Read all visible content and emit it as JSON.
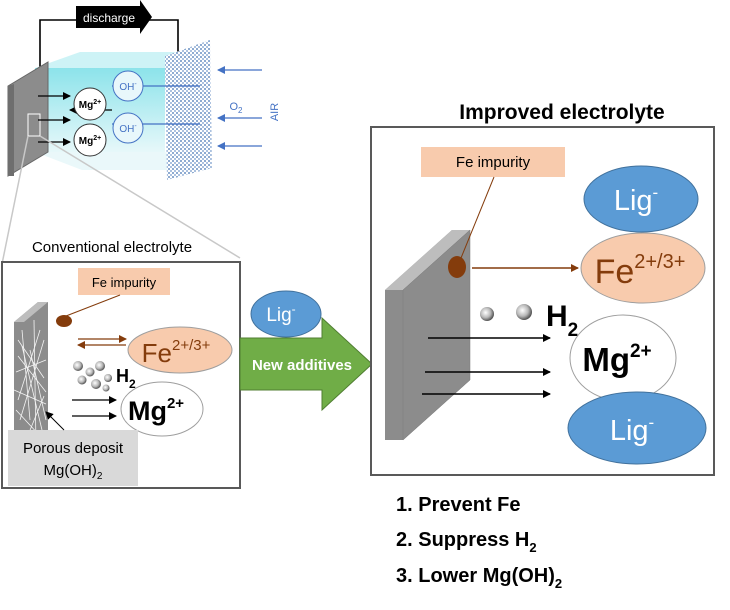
{
  "battery": {
    "discharge_label": "discharge",
    "ion_mg": "Mg",
    "ion_mg_charge": "2+",
    "ion_oh": "OH",
    "ion_oh_charge": "-",
    "o2_label": "O",
    "o2_sub": "2",
    "air_label": "AIR"
  },
  "conventional": {
    "title": "Conventional electrolyte",
    "fe_impurity": "Fe impurity",
    "fe_ion_base": "Fe",
    "fe_ion_charge": "2+/3+",
    "h2_base": "H",
    "h2_sub": "2",
    "mg_base": "Mg",
    "mg_charge": "2+",
    "deposit_line1": "Porous deposit",
    "deposit_line2_base": "Mg(OH)",
    "deposit_line2_sub": "2"
  },
  "middle": {
    "lig_base": "Lig",
    "lig_charge": "-",
    "arrow_label": "New additives"
  },
  "improved": {
    "title": "Improved electrolyte",
    "fe_impurity": "Fe impurity",
    "lig_base": "Lig",
    "lig_charge": "-",
    "fe_ion_base": "Fe",
    "fe_ion_charge": "2+/3+",
    "h2_base": "H",
    "h2_sub": "2",
    "mg_base": "Mg",
    "mg_charge": "2+"
  },
  "benefits": [
    {
      "prefix": "1. Prevent Fe",
      "sub": ""
    },
    {
      "prefix": "2. Suppress H",
      "sub": "2"
    },
    {
      "prefix": "3. Lower Mg(OH)",
      "sub": "2"
    }
  ],
  "colors": {
    "lig_blue": "#5b9bd5",
    "fe_peach": "#f8cbad",
    "fe_brown": "#843c0c",
    "green_arrow": "#70ad47",
    "ion_blue": "#4472c4",
    "electrode_gray": "#8c8c8c"
  }
}
